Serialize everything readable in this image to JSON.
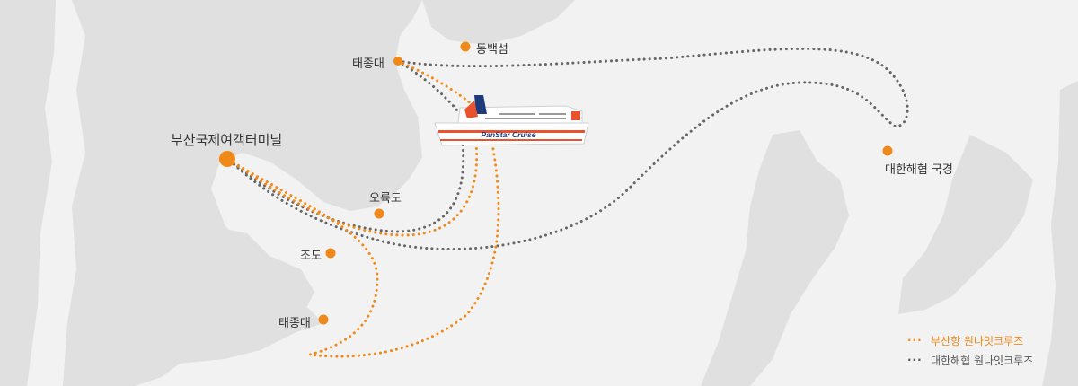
{
  "map": {
    "places": {
      "dongbaekseom": "동백섬",
      "taejongdae_top": "태종대",
      "terminal": "부산국제여객터미널",
      "oryukdo": "오륙도",
      "jodo": "조도",
      "taejongdae_bottom": "태종대",
      "strait_border": "대한해협 국경"
    },
    "ship": {
      "name": "PanStar Cruise"
    },
    "legend": {
      "busan_port": "부산항 원나잇크루즈",
      "korea_strait": "대한해협 원나잇크루즈"
    },
    "colors": {
      "orange": "#ef8a1a",
      "gray": "#666666",
      "land": "#e0e0e0",
      "sea": "#f2f2f2",
      "ship_blue": "#1d3a7a",
      "ship_red": "#e8532e"
    }
  }
}
